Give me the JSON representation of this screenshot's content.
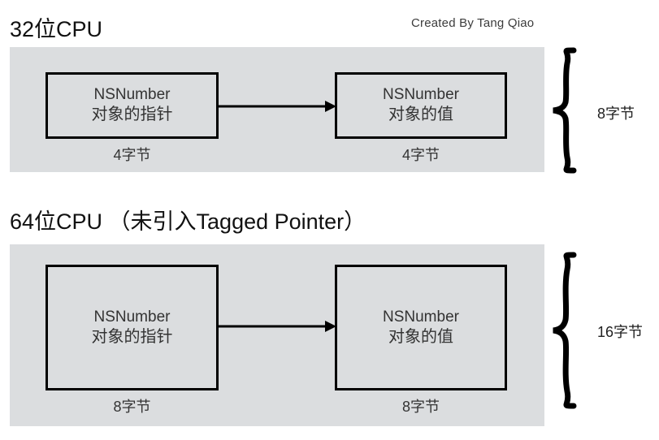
{
  "credit": "Created By Tang Qiao",
  "sections": [
    {
      "heading": "32位CPU",
      "boxes": [
        {
          "line1": "NSNumber",
          "line2": "对象的指针",
          "caption": "4字节"
        },
        {
          "line1": "NSNumber",
          "line2": "对象的值",
          "caption": "4字节"
        }
      ],
      "total_label": "8字节",
      "arrow": "arrow-right"
    },
    {
      "heading": "64位CPU （未引入Tagged Pointer）",
      "boxes": [
        {
          "line1": "NSNumber",
          "line2": "对象的指针",
          "caption": "8字节"
        },
        {
          "line1": "NSNumber",
          "line2": "对象的值",
          "caption": "8字节"
        }
      ],
      "total_label": "16字节",
      "arrow": "arrow-right"
    }
  ],
  "colors": {
    "panel_background": "#dbdddf",
    "box_border": "#000000",
    "page_background": "#ffffff",
    "text": "#333333"
  }
}
